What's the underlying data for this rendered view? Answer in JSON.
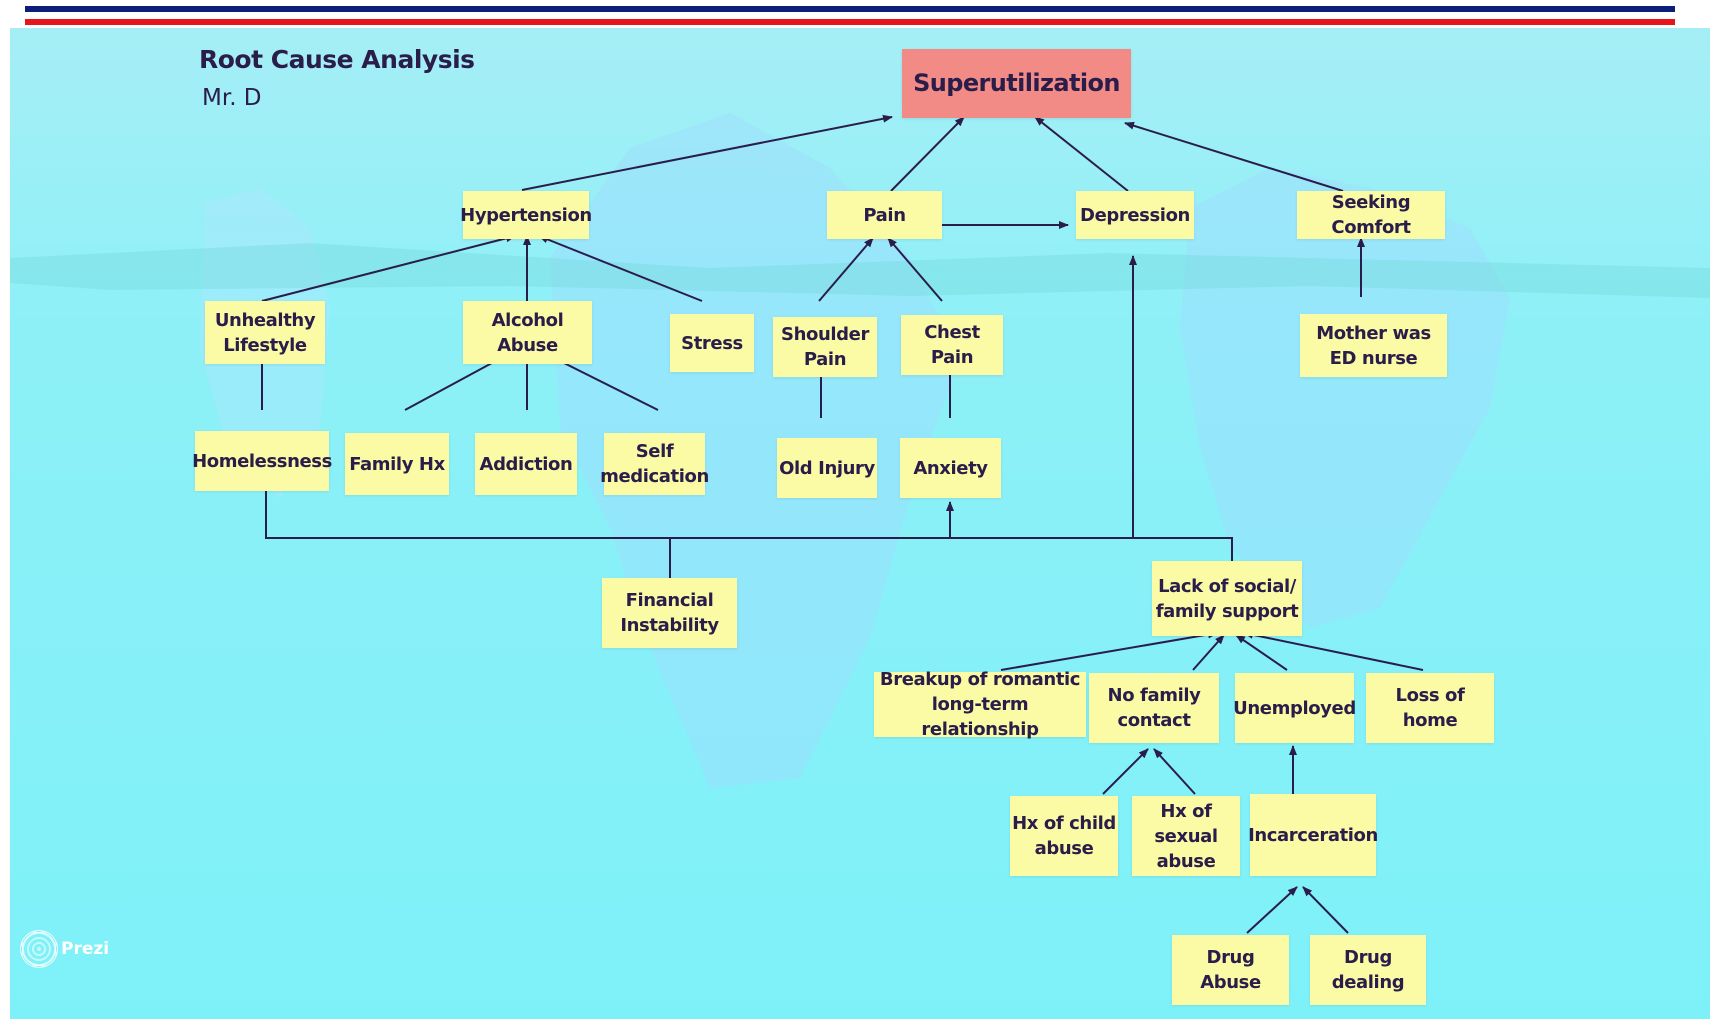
{
  "header": {
    "title": "Root Cause Analysis",
    "subtitle": "Mr. D"
  },
  "brand": {
    "name": "Prezi",
    "icon": "prezi-logo-icon"
  },
  "colors": {
    "background": "#8ef0f7",
    "note": "#fbfba6",
    "root_note": "#f28a86",
    "text": "#2a1d4a",
    "arrow": "#2a1d4a",
    "stripe_blue": "#0b1f7a",
    "stripe_red": "#e8141b"
  },
  "nodes": {
    "superutilization": "Superutilization",
    "hypertension": "Hypertension",
    "pain": "Pain",
    "depression": "Depression",
    "seeking_comfort": "Seeking Comfort",
    "unhealthy_lifestyle": "Unhealthy\nLifestyle",
    "alcohol_abuse": "Alcohol Abuse",
    "stress": "Stress",
    "shoulder_pain": "Shoulder\nPain",
    "chest_pain": "Chest\nPain",
    "mother_ed_nurse": "Mother was\nED nurse",
    "homelessness": "Homelessness",
    "family_hx": "Family Hx",
    "addiction": "Addiction",
    "self_medication": "Self\nmedication",
    "old_injury": "Old Injury",
    "anxiety": "Anxiety",
    "financial_instability": "Financial\nInstability",
    "lack_support": "Lack of social/\nfamily support",
    "breakup": "Breakup of romantic\nlong-term relationship",
    "no_family_contact": "No family\ncontact",
    "unemployed": "Unemployed",
    "loss_of_home": "Loss of home",
    "child_abuse": "Hx of child\nabuse",
    "sexual_abuse": "Hx of sexual\nabuse",
    "incarceration": "Incarceration",
    "drug_abuse": "Drug\nAbuse",
    "drug_dealing": "Drug\ndealing"
  }
}
